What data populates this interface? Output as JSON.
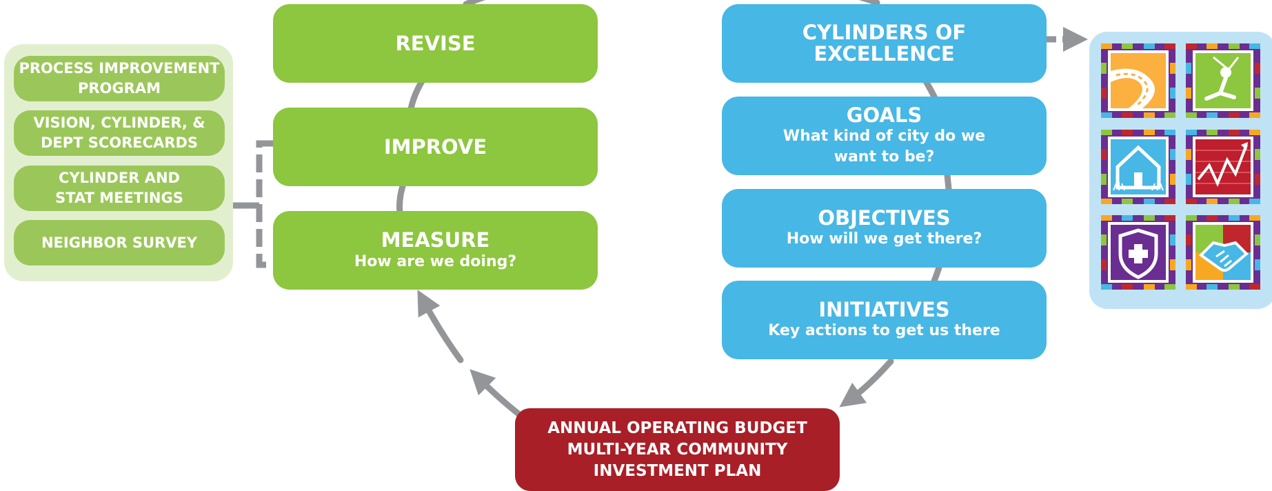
{
  "cycle": {
    "revise": {
      "title": "REVISE"
    },
    "improve": {
      "title": "IMPROVE"
    },
    "measure": {
      "title": "MEASURE",
      "subtitle": "How are we doing?"
    }
  },
  "tools": {
    "items": [
      {
        "label": "PROCESS IMPROVEMENT\nPROGRAM"
      },
      {
        "label": "VISION, CYLINDER, &\nDEPT SCORECARDS"
      },
      {
        "label": "CYLINDER AND\nSTAT MEETINGS"
      },
      {
        "label": "NEIGHBOR SURVEY"
      }
    ]
  },
  "strategy": {
    "cylinders": {
      "title": "CYLINDERS OF\nEXCELLENCE"
    },
    "goals": {
      "title": "GOALS",
      "subtitle": "What kind of city do we\nwant to be?"
    },
    "objectives": {
      "title": "OBJECTIVES",
      "subtitle": "How will we get there?"
    },
    "initiatives": {
      "title": "INITIATIVES",
      "subtitle": "Key actions to get us there"
    }
  },
  "budget": {
    "label": "ANNUAL OPERATING BUDGET\nMULTI-YEAR COMMUNITY\nINVESTMENT PLAN"
  },
  "cylinder_icons": [
    "road-icon",
    "park-icon",
    "house-icon",
    "growth-chart-icon",
    "shield-cross-icon",
    "handshake-icon"
  ],
  "colors": {
    "green": "#8dc63f",
    "light_green": "#9bc75a",
    "panel_green": "#e2efcf",
    "blue": "#47b7e5",
    "panel_blue": "#bfe3f5",
    "red": "#a91f27",
    "connector_gray": "#939598"
  }
}
